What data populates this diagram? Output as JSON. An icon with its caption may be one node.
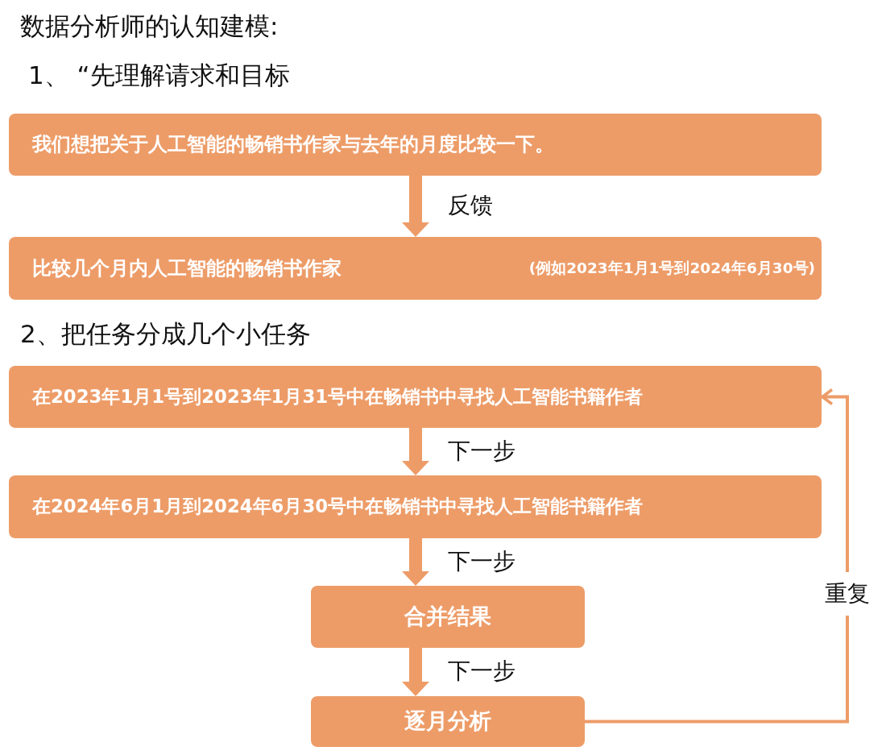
{
  "diagram": {
    "title": "数据分析师的认知建模:",
    "nodes": [
      {
        "text": [
          "我们想把关于人工智能的畅销书作家与去年的月度比较一下。"
        ]
      },
      {
        "text": [
          "比较几个月内人工智能的畅销书作家",
          "(例如2023年1月1号到2024年6月30号)"
        ]
      },
      {
        "text": [
          "在2023年1月1号到2023年1月31号中在畅销书中寻找人工智能书籍作者"
        ]
      },
      {
        "text": [
          "在2024年6月1月到2024年6月30号中在畅销书中寻找人工智能书籍作者"
        ]
      },
      {
        "text": [
          "合并结果"
        ]
      },
      {
        "text": [
          "逐月分析"
        ]
      }
    ],
    "edges": [
      {
        "from": 0,
        "to": 1,
        "arrow": "to",
        "label": "反馈"
      },
      {
        "from": 2,
        "to": 3,
        "arrow": "to",
        "label": "下一步"
      },
      {
        "from": 3,
        "to": 4,
        "arrow": "to",
        "label": "下一步"
      },
      {
        "from": 4,
        "to": 5,
        "arrow": "to",
        "label": "下一步"
      },
      {
        "from": 5,
        "to": 2,
        "arrow": "to",
        "label": "重复"
      }
    ],
    "labels": [
      "1、 “先理解请求和目标",
      "2、把任务分成几个小任务"
    ]
  }
}
